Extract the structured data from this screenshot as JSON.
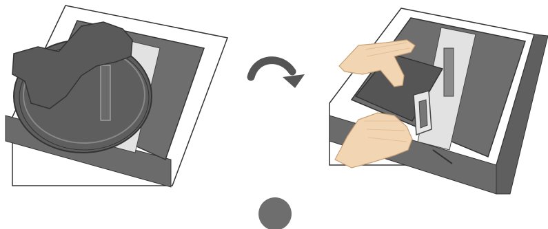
{
  "diagram": {
    "panels": [
      {
        "id": "step-before",
        "depicts": "hand-holding-round-stand-base-on-monitor-back"
      },
      {
        "id": "step-after",
        "depicts": "two-hands-pressing-stand-into-monitor-back"
      }
    ],
    "connector": {
      "icon": "curved-arrow-right-icon",
      "direction": "clockwise"
    },
    "step_marker": {
      "icon": "filled-circle-icon"
    },
    "colors": {
      "background": "#ffffff",
      "panel_fill": "#6b6b6b",
      "panel_dark": "#5f5f5f",
      "outline": "#333333",
      "highlight": "#dedede",
      "skin": "#f2d6b3",
      "skin_shadow": "#e4bd94"
    }
  }
}
